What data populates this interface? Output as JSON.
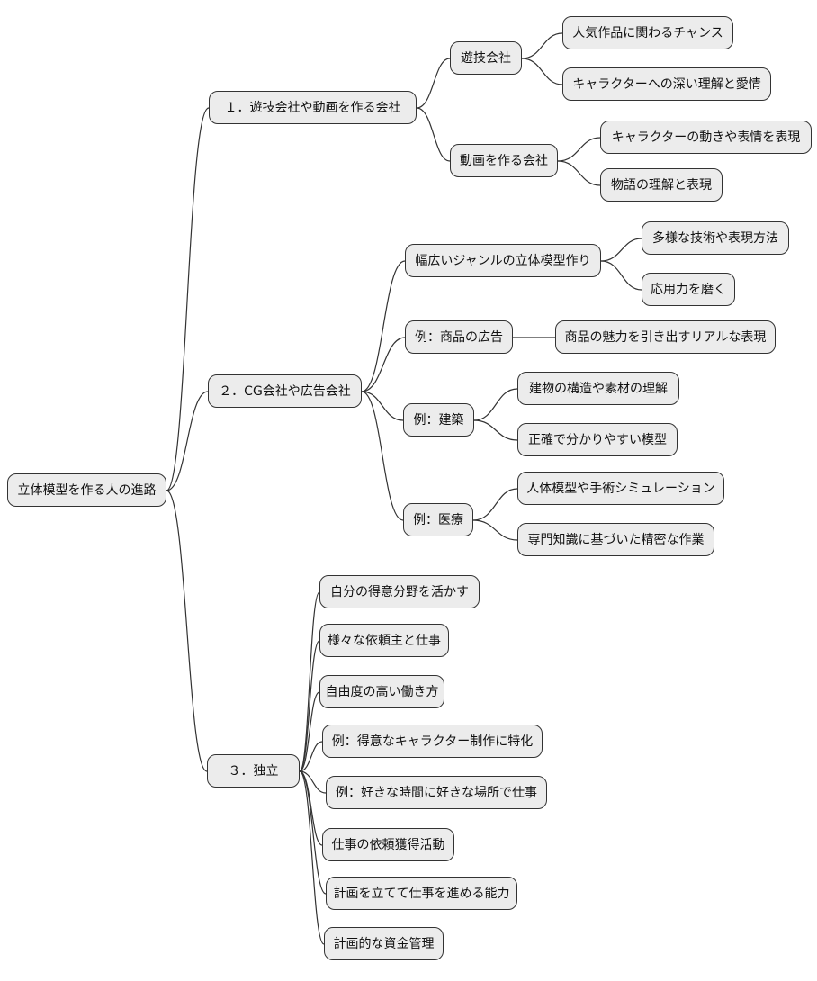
{
  "diagram": {
    "type": "mindmap",
    "colors": {
      "background": "#ffffff",
      "node_fill": "#ececec",
      "node_border": "#333333",
      "connector": "#333333",
      "text": "#111111"
    },
    "root": {
      "label": "立体模型を作る人の進路"
    },
    "branches": [
      {
        "label": "１．遊技会社や動画を作る会社",
        "children": [
          {
            "label": "遊技会社",
            "children": [
              {
                "label": "人気作品に関わるチャンス"
              },
              {
                "label": "キャラクターへの深い理解と愛情"
              }
            ]
          },
          {
            "label": "動画を作る会社",
            "children": [
              {
                "label": "キャラクターの動きや表情を表現"
              },
              {
                "label": "物語の理解と表現"
              }
            ]
          }
        ]
      },
      {
        "label": "２．CG会社や広告会社",
        "children": [
          {
            "label": "幅広いジャンルの立体模型作り",
            "children": [
              {
                "label": "多様な技術や表現方法"
              },
              {
                "label": "応用力を磨く"
              }
            ]
          },
          {
            "label": "例：商品の広告",
            "children": [
              {
                "label": "商品の魅力を引き出すリアルな表現"
              }
            ]
          },
          {
            "label": "例：建築",
            "children": [
              {
                "label": "建物の構造や素材の理解"
              },
              {
                "label": "正確で分かりやすい模型"
              }
            ]
          },
          {
            "label": "例：医療",
            "children": [
              {
                "label": "人体模型や手術シミュレーション"
              },
              {
                "label": "専門知識に基づいた精密な作業"
              }
            ]
          }
        ]
      },
      {
        "label": "３．独立",
        "children": [
          {
            "label": "自分の得意分野を活かす"
          },
          {
            "label": "様々な依頼主と仕事"
          },
          {
            "label": "自由度の高い働き方"
          },
          {
            "label": "例：得意なキャラクター制作に特化"
          },
          {
            "label": "例：好きな時間に好きな場所で仕事"
          },
          {
            "label": "仕事の依頼獲得活動"
          },
          {
            "label": "計画を立てて仕事を進める能力"
          },
          {
            "label": "計画的な資金管理"
          }
        ]
      }
    ]
  }
}
